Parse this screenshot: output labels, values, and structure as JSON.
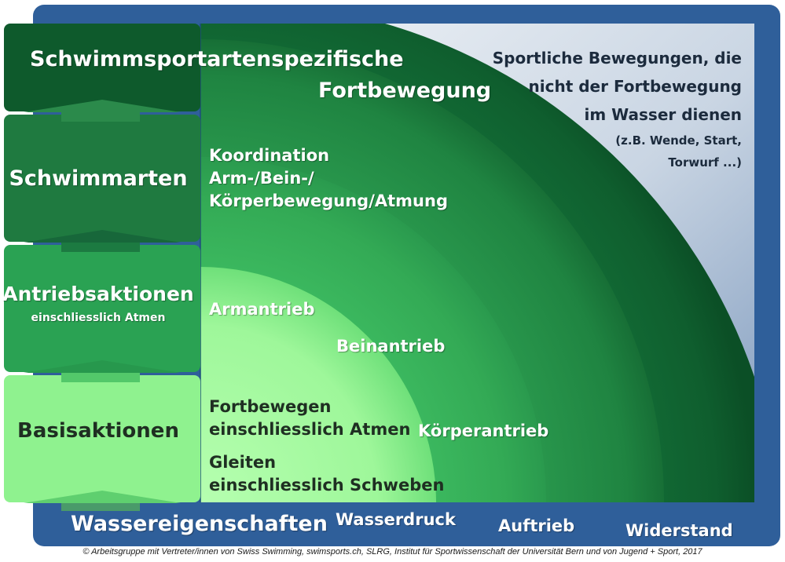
{
  "levels": {
    "top": "Schwimmsportartenspezifische",
    "top2": "Fortbewegung",
    "swim": "Schwimmarten",
    "drive": "Antriebsaktionen",
    "drive_sub": "einschliesslich Atmen",
    "basic": "Basisaktionen"
  },
  "corner": {
    "line1": "Sportliche Bewegungen, die",
    "line2": "nicht der Fortbewegung",
    "line3": "im Wasser dienen",
    "line4": "(z.B. Wende, Start,",
    "line5": "Torwurf ...)"
  },
  "swim_content": {
    "line1": "Koordination",
    "line2": "Arm-/Bein-/",
    "line3": "Körperbewegung/Atmung"
  },
  "drive_content": {
    "arm": "Armantrieb",
    "leg": "Beinantrieb",
    "body": "Körperantrieb"
  },
  "basic_content": {
    "line1": "Fortbewegen",
    "line2": "einschliesslich Atmen",
    "line3": "Gleiten",
    "line4": "einschliesslich Schweben"
  },
  "water": {
    "title": "Wassereigenschaften",
    "pressure": "Wasserdruck",
    "buoyancy": "Auftrieb",
    "resistance": "Widerstand"
  },
  "footer": "© Arbeitsgruppe mit Vertreter/innen von Swiss Swimming, swimsports.ch, SLRG, Institut für Sportwissenschaft der Universität Bern und von Jugend + Sport, 2017",
  "colors": {
    "frame": "#2f5f9a",
    "level_top": "#0e5a2c",
    "level_swim": "#1f7a40",
    "level_drive": "#2aa253",
    "level_basic": "#8ff28f"
  }
}
